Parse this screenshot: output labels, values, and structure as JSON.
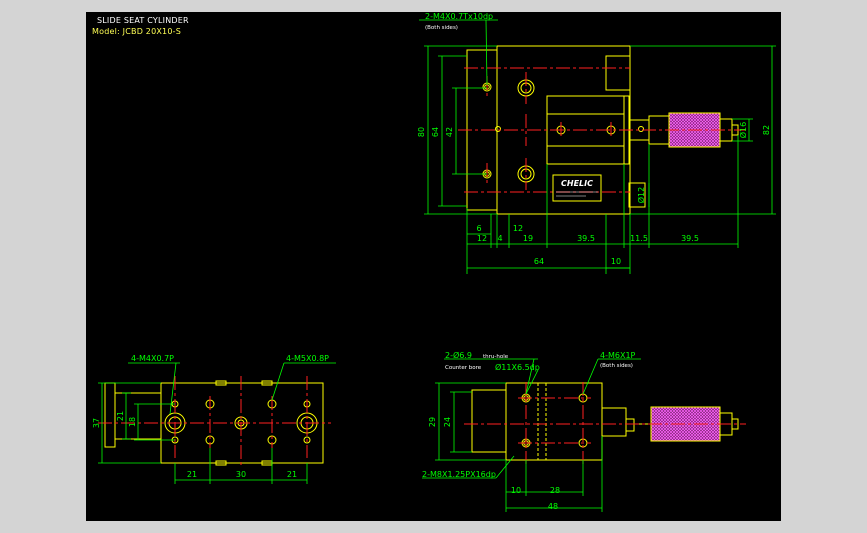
{
  "title": {
    "name": "SLIDE SEAT CYLINDER",
    "model": "Model: JCBD 20X10-S"
  },
  "colors": {
    "viewport_bg": "#000000",
    "frame_bg": "#d4d4d4",
    "outline": "#ffff00",
    "dimension": "#00ff00",
    "centerline": "#ff2020",
    "hole": "#ff8000",
    "text_white": "#ffffff",
    "text_yellow": "#ffff55"
  },
  "top_view": {
    "callout_holes": "2-M4X0.7Tx10dp",
    "callout_note": "(Both sides)",
    "brand": "CHELIC",
    "dims": {
      "h80": "80",
      "h64": "64",
      "h42": "42",
      "h82": "82",
      "d16": "Ø16",
      "d12": "Ø12",
      "w6": "6",
      "w12a": "12",
      "w4": "4",
      "w12b": "12",
      "w19": "19",
      "w395a": "39.5",
      "w115": "11.5",
      "w395b": "39.5",
      "w64": "64",
      "w10": "10"
    }
  },
  "bottom_left_view": {
    "callout_left": "4-M4X0.7P",
    "callout_right": "4-M5X0.8P",
    "dims": {
      "h37": "37",
      "h21": "21",
      "h18": "18",
      "w21a": "21",
      "w30": "30",
      "w21b": "21"
    }
  },
  "bottom_right_view": {
    "callout_thru": "2-Ø6.9",
    "callout_thru_note": "thru-hole",
    "callout_counterbore": "Counter bore",
    "callout_counterbore_value": "Ø11X6.5dp",
    "callout_right": "4-M6X1P",
    "callout_right_note": "(Both sides)",
    "callout_bottom": "2-M8X1.25PX16dp",
    "dims": {
      "h29": "29",
      "h24": "24",
      "w10": "10",
      "w28": "28",
      "w48": "48"
    }
  }
}
